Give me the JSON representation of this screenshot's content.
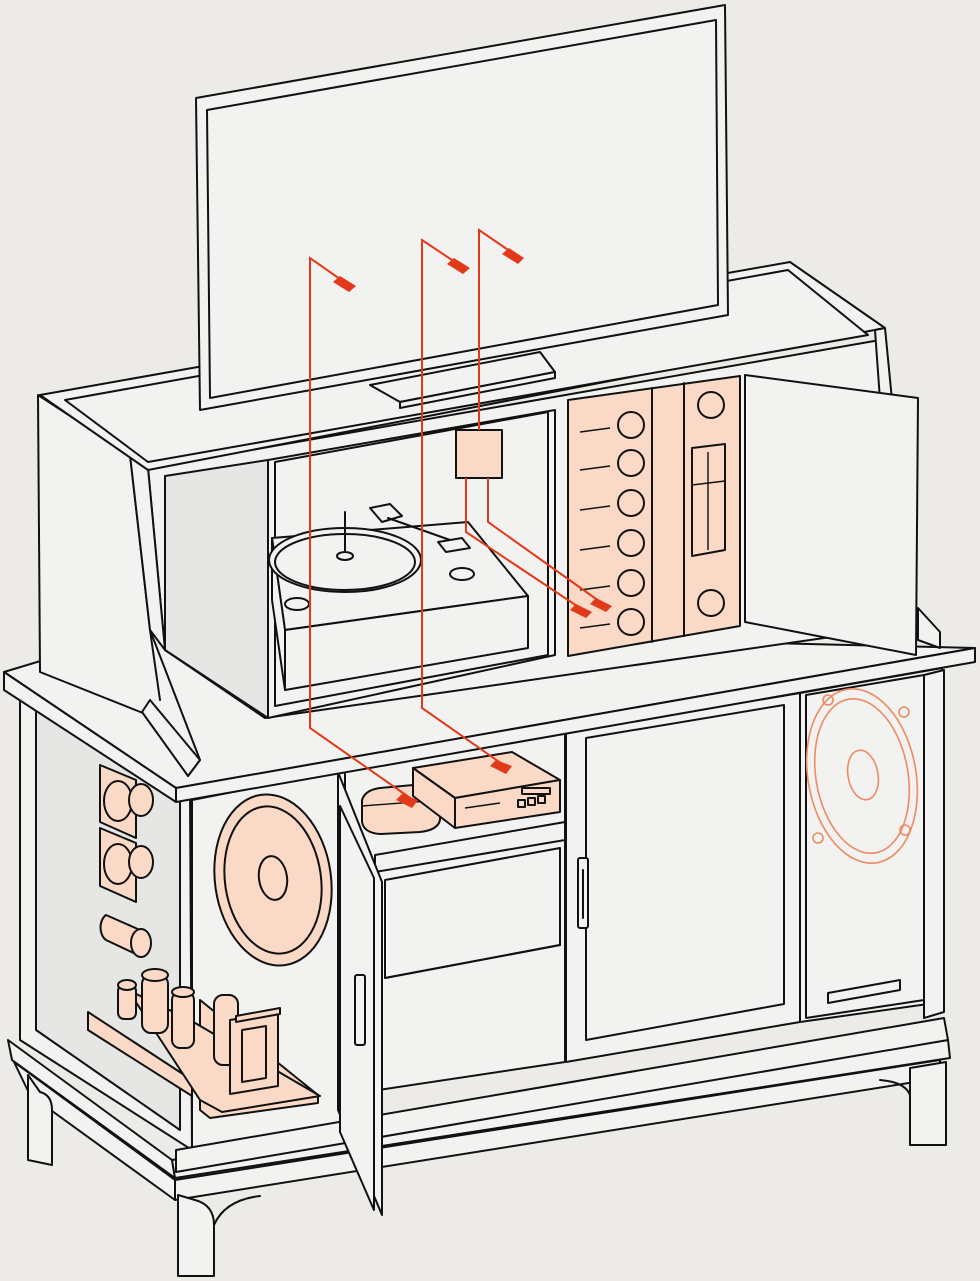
{
  "colors": {
    "background": "#ecebe8",
    "outline": "#111111",
    "panel": "#f2f2f1",
    "component_fill": "#fad9c6",
    "connection_wire": "#e2391a",
    "ghost_speaker": "#f08a63"
  },
  "components": [
    {
      "id": "tv",
      "icon": "flat-screen-tv-icon"
    },
    {
      "id": "turntable",
      "icon": "record-player-icon"
    },
    {
      "id": "receiver",
      "icon": "radio-receiver-icon"
    },
    {
      "id": "junction_box",
      "icon": "junction-box-icon"
    },
    {
      "id": "streaming_box",
      "icon": "streaming-device-icon"
    },
    {
      "id": "media_player",
      "icon": "cd-player-icon"
    },
    {
      "id": "tweeters",
      "icon": "speaker-driver-icon"
    },
    {
      "id": "woofer",
      "icon": "oval-speaker-icon"
    },
    {
      "id": "tube_amp",
      "icon": "vacuum-tube-amplifier-icon"
    },
    {
      "id": "hidden_speaker",
      "icon": "oval-speaker-icon"
    }
  ],
  "connections": [
    {
      "from": "streaming_box",
      "to": "tv"
    },
    {
      "from": "media_player",
      "to": "tv"
    },
    {
      "from": "junction_box",
      "to": "tv"
    },
    {
      "from": "junction_box",
      "to": "receiver"
    }
  ]
}
